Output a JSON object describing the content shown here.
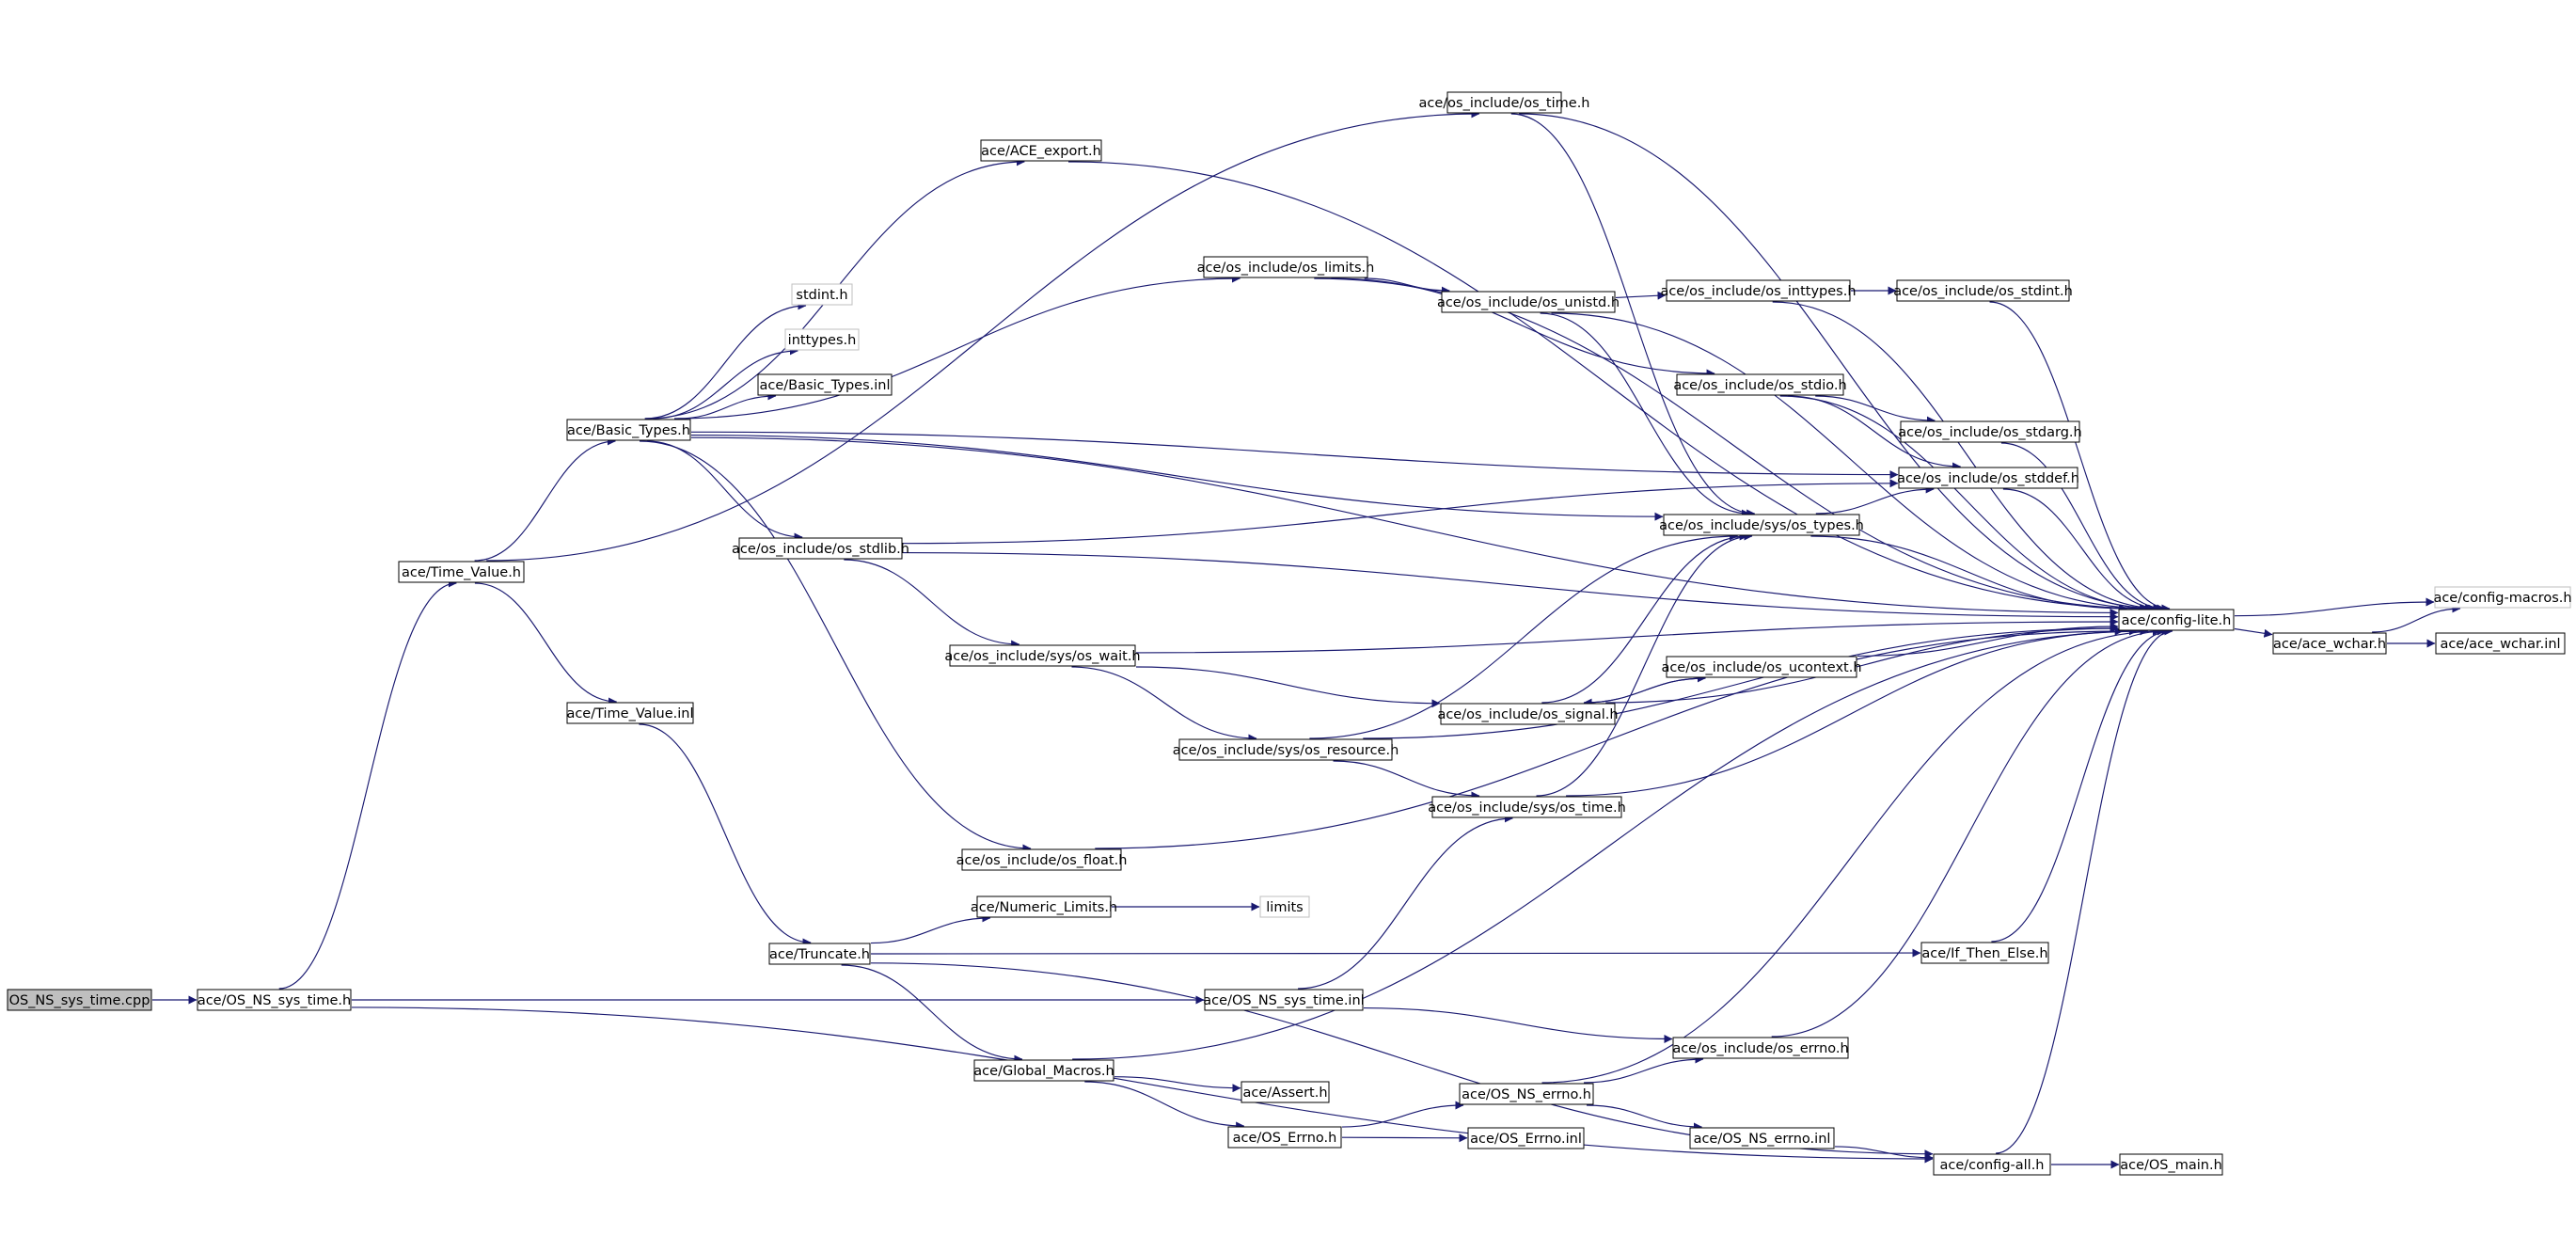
{
  "colors": {
    "edge": "#191970",
    "node_border": "#000000",
    "node_border_external": "#bfbfbf",
    "root_fill": "#bfbfbf",
    "node_fill": "#ffffff"
  },
  "nodes": [
    {
      "id": "root",
      "label": "OS_NS_sys_time.cpp"
    },
    {
      "id": "os_ns_sys_time_h",
      "label": "ace/OS_NS_sys_time.h"
    },
    {
      "id": "time_value_h",
      "label": "ace/Time_Value.h"
    },
    {
      "id": "time_value_inl",
      "label": "ace/Time_Value.inl"
    },
    {
      "id": "basic_types_h",
      "label": "ace/Basic_Types.h"
    },
    {
      "id": "ace_export_h",
      "label": "ace/ACE_export.h"
    },
    {
      "id": "os_time_h",
      "label": "ace/os_include/os_time.h"
    },
    {
      "id": "os_limits_h",
      "label": "ace/os_include/os_limits.h"
    },
    {
      "id": "stdint_h",
      "label": "stdint.h"
    },
    {
      "id": "inttypes_h",
      "label": "inttypes.h"
    },
    {
      "id": "basic_types_inl",
      "label": "ace/Basic_Types.inl"
    },
    {
      "id": "os_stdlib_h",
      "label": "ace/os_include/os_stdlib.h"
    },
    {
      "id": "sys_os_wait_h",
      "label": "ace/os_include/sys/os_wait.h"
    },
    {
      "id": "sys_os_resource_h",
      "label": "ace/os_include/sys/os_resource.h"
    },
    {
      "id": "os_float_h",
      "label": "ace/os_include/os_float.h"
    },
    {
      "id": "truncate_h",
      "label": "ace/Truncate.h"
    },
    {
      "id": "numeric_limits_h",
      "label": "ace/Numeric_Limits.h"
    },
    {
      "id": "limits",
      "label": "limits"
    },
    {
      "id": "global_macros_h",
      "label": "ace/Global_Macros.h"
    },
    {
      "id": "assert_h",
      "label": "ace/Assert.h"
    },
    {
      "id": "os_errno_h",
      "label": "ace/OS_Errno.h"
    },
    {
      "id": "os_errno_inl",
      "label": "ace/OS_Errno.inl"
    },
    {
      "id": "os_ns_errno_h",
      "label": "ace/OS_NS_errno.h"
    },
    {
      "id": "os_ns_errno_inl",
      "label": "ace/OS_NS_errno.inl"
    },
    {
      "id": "os_ns_sys_time_inl",
      "label": "ace/OS_NS_sys_time.inl"
    },
    {
      "id": "os_include_errno_h",
      "label": "ace/os_include/os_errno.h"
    },
    {
      "id": "config_all_h",
      "label": "ace/config-all.h"
    },
    {
      "id": "os_main_h",
      "label": "ace/OS_main.h"
    },
    {
      "id": "os_unistd_h",
      "label": "ace/os_include/os_unistd.h"
    },
    {
      "id": "os_inttypes_h",
      "label": "ace/os_include/os_inttypes.h"
    },
    {
      "id": "os_stdint_h",
      "label": "ace/os_include/os_stdint.h"
    },
    {
      "id": "os_stdio_h",
      "label": "ace/os_include/os_stdio.h"
    },
    {
      "id": "os_stdarg_h",
      "label": "ace/os_include/os_stdarg.h"
    },
    {
      "id": "os_stddef_h",
      "label": "ace/os_include/os_stddef.h"
    },
    {
      "id": "sys_os_types_h",
      "label": "ace/os_include/sys/os_types.h"
    },
    {
      "id": "os_ucontext_h",
      "label": "ace/os_include/os_ucontext.h"
    },
    {
      "id": "os_signal_h",
      "label": "ace/os_include/os_signal.h"
    },
    {
      "id": "sys_os_time_h",
      "label": "ace/os_include/sys/os_time.h"
    },
    {
      "id": "if_then_else_h",
      "label": "ace/If_Then_Else.h"
    },
    {
      "id": "config_lite_h",
      "label": "ace/config-lite.h"
    },
    {
      "id": "ace_wchar_h",
      "label": "ace/ace_wchar.h"
    },
    {
      "id": "config_macros_h",
      "label": "ace/config-macros.h"
    },
    {
      "id": "ace_wchar_inl",
      "label": "ace/ace_wchar.inl"
    }
  ],
  "edges": [
    [
      "root",
      "os_ns_sys_time_h"
    ],
    [
      "os_ns_sys_time_h",
      "time_value_h"
    ],
    [
      "os_ns_sys_time_h",
      "os_ns_sys_time_inl"
    ],
    [
      "os_ns_sys_time_h",
      "config_all_h"
    ],
    [
      "time_value_h",
      "os_time_h"
    ],
    [
      "time_value_h",
      "basic_types_h"
    ],
    [
      "time_value_h",
      "time_value_inl"
    ],
    [
      "time_value_inl",
      "truncate_h"
    ],
    [
      "basic_types_h",
      "ace_export_h"
    ],
    [
      "basic_types_h",
      "os_limits_h"
    ],
    [
      "basic_types_h",
      "stdint_h"
    ],
    [
      "basic_types_h",
      "inttypes_h"
    ],
    [
      "basic_types_h",
      "basic_types_inl"
    ],
    [
      "basic_types_h",
      "os_stdlib_h"
    ],
    [
      "basic_types_h",
      "os_float_h"
    ],
    [
      "basic_types_h",
      "os_stddef_h"
    ],
    [
      "basic_types_h",
      "sys_os_types_h"
    ],
    [
      "basic_types_h",
      "config_lite_h"
    ],
    [
      "ace_export_h",
      "config_lite_h"
    ],
    [
      "os_time_h",
      "config_lite_h"
    ],
    [
      "os_time_h",
      "sys_os_types_h"
    ],
    [
      "os_limits_h",
      "config_lite_h"
    ],
    [
      "os_limits_h",
      "os_unistd_h"
    ],
    [
      "os_limits_h",
      "os_stdio_h"
    ],
    [
      "os_unistd_h",
      "os_inttypes_h"
    ],
    [
      "os_unistd_h",
      "config_lite_h"
    ],
    [
      "os_unistd_h",
      "sys_os_types_h"
    ],
    [
      "os_inttypes_h",
      "os_stdint_h"
    ],
    [
      "os_inttypes_h",
      "config_lite_h"
    ],
    [
      "os_stdint_h",
      "config_lite_h"
    ],
    [
      "os_stdio_h",
      "os_stdarg_h"
    ],
    [
      "os_stdio_h",
      "os_stddef_h"
    ],
    [
      "os_stdio_h",
      "config_lite_h"
    ],
    [
      "os_stdarg_h",
      "config_lite_h"
    ],
    [
      "os_stddef_h",
      "config_lite_h"
    ],
    [
      "sys_os_types_h",
      "os_stddef_h"
    ],
    [
      "sys_os_types_h",
      "config_lite_h"
    ],
    [
      "os_stdlib_h",
      "os_stddef_h"
    ],
    [
      "os_stdlib_h",
      "config_lite_h"
    ],
    [
      "os_stdlib_h",
      "sys_os_wait_h"
    ],
    [
      "sys_os_wait_h",
      "config_lite_h"
    ],
    [
      "sys_os_wait_h",
      "os_signal_h"
    ],
    [
      "sys_os_wait_h",
      "sys_os_resource_h"
    ],
    [
      "os_signal_h",
      "os_ucontext_h"
    ],
    [
      "os_signal_h",
      "config_lite_h"
    ],
    [
      "os_signal_h",
      "sys_os_types_h"
    ],
    [
      "os_ucontext_h",
      "os_signal_h"
    ],
    [
      "os_ucontext_h",
      "config_lite_h"
    ],
    [
      "sys_os_resource_h",
      "sys_os_types_h"
    ],
    [
      "sys_os_resource_h",
      "sys_os_time_h"
    ],
    [
      "sys_os_resource_h",
      "config_lite_h"
    ],
    [
      "sys_os_time_h",
      "sys_os_types_h"
    ],
    [
      "sys_os_time_h",
      "config_lite_h"
    ],
    [
      "os_float_h",
      "config_lite_h"
    ],
    [
      "truncate_h",
      "numeric_limits_h"
    ],
    [
      "truncate_h",
      "if_then_else_h"
    ],
    [
      "truncate_h",
      "global_macros_h"
    ],
    [
      "truncate_h",
      "config_all_h"
    ],
    [
      "numeric_limits_h",
      "limits"
    ],
    [
      "if_then_else_h",
      "config_lite_h"
    ],
    [
      "global_macros_h",
      "config_lite_h"
    ],
    [
      "global_macros_h",
      "assert_h"
    ],
    [
      "global_macros_h",
      "os_errno_h"
    ],
    [
      "os_errno_h",
      "os_ns_errno_h"
    ],
    [
      "os_errno_h",
      "os_errno_inl"
    ],
    [
      "os_ns_errno_h",
      "config_lite_h"
    ],
    [
      "os_ns_errno_h",
      "os_include_errno_h"
    ],
    [
      "os_ns_errno_h",
      "os_ns_errno_inl"
    ],
    [
      "os_ns_errno_inl",
      "config_all_h"
    ],
    [
      "os_ns_sys_time_inl",
      "sys_os_time_h"
    ],
    [
      "os_ns_sys_time_inl",
      "os_include_errno_h"
    ],
    [
      "os_include_errno_h",
      "config_lite_h"
    ],
    [
      "config_all_h",
      "config_lite_h"
    ],
    [
      "config_all_h",
      "os_main_h"
    ],
    [
      "config_lite_h",
      "ace_wchar_h"
    ],
    [
      "config_lite_h",
      "config_macros_h"
    ],
    [
      "ace_wchar_h",
      "config_macros_h"
    ],
    [
      "ace_wchar_h",
      "ace_wchar_inl"
    ]
  ]
}
